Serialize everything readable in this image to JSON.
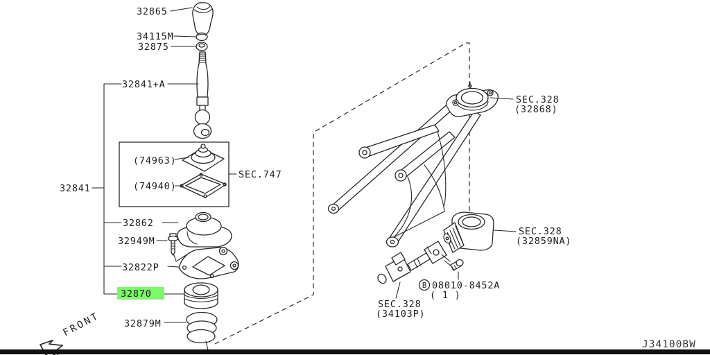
{
  "colors": {
    "highlight": "#7cf868",
    "line": "#262626"
  },
  "footer": {
    "code": "J34100BW"
  },
  "front": {
    "label": "FRONT"
  },
  "parts": {
    "knob": "32865",
    "damper": "34115M",
    "bushing": "32875",
    "lever_assy": "32841+A",
    "lever_group": "32841",
    "boot_inner": "(74963)",
    "gasket": "(74940)",
    "sec_747": "SEC.747",
    "boot": "32862",
    "bolt": "32949M",
    "plate": "32822P",
    "insulator": "32870",
    "spring": "32879M"
  },
  "refs": {
    "top": {
      "line1": "SEC.328",
      "line2": "(32868)"
    },
    "mid": {
      "line1": "SEC.328",
      "line2": "(32859NA)"
    },
    "bot": {
      "line1": "SEC.328",
      "line2": "(34103P)"
    },
    "bolt_b": {
      "prefix": "B",
      "number": "08010-8452A",
      "qty": "( 1 )"
    }
  }
}
